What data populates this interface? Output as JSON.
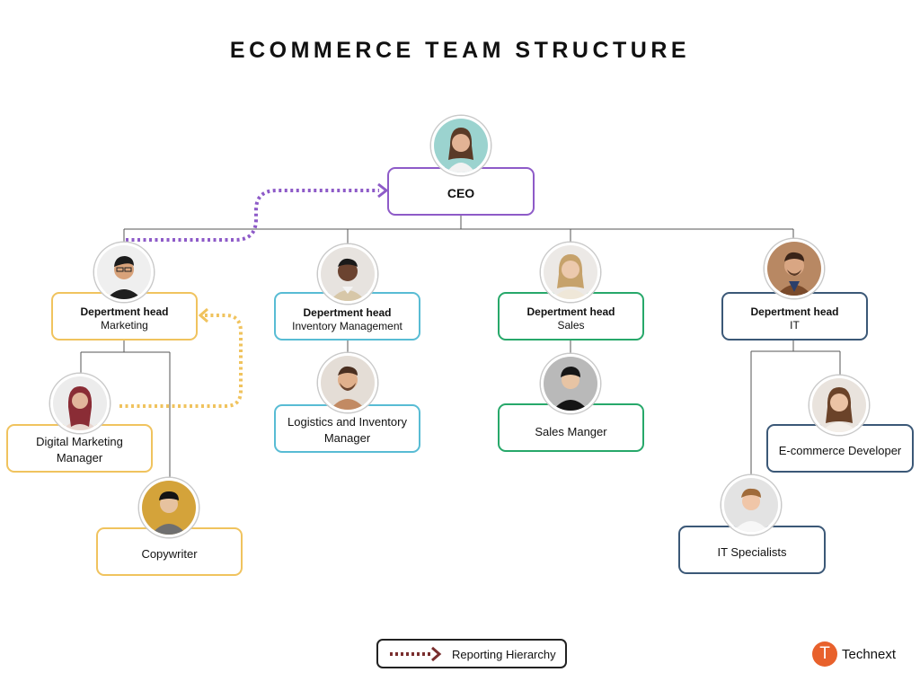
{
  "title": "ECOMMERCE TEAM STRUCTURE",
  "colors": {
    "purple": "#8e5bc8",
    "yellow": "#f0c35e",
    "teal": "#58bcd4",
    "green": "#27a86a",
    "navy": "#3b5877",
    "legend_dots": "#7a2e2e",
    "brand": "#e8612c",
    "connector": "#555555"
  },
  "nodes": {
    "ceo": {
      "label": "CEO",
      "icon": "ceo-avatar-icon"
    },
    "head_marketing": {
      "role": "Depertment head",
      "dept": "Marketing",
      "icon": "marketing-head-avatar-icon"
    },
    "head_inventory": {
      "role": "Depertment head",
      "dept": "Inventory Management",
      "icon": "inventory-head-avatar-icon"
    },
    "head_sales": {
      "role": "Depertment head",
      "dept": "Sales",
      "icon": "sales-head-avatar-icon"
    },
    "head_it": {
      "role": "Depertment head",
      "dept": "IT",
      "icon": "it-head-avatar-icon"
    },
    "digital_marketing": {
      "label_line1": "Digital Marketing",
      "label_line2": "Manager",
      "icon": "digital-marketing-avatar-icon"
    },
    "copywriter": {
      "label": "Copywriter",
      "icon": "copywriter-avatar-icon"
    },
    "logistics": {
      "label_line1": "Logistics and Inventory",
      "label_line2": "Manager",
      "icon": "logistics-avatar-icon"
    },
    "sales_manager": {
      "label": "Sales Manger",
      "icon": "sales-manager-avatar-icon"
    },
    "ecommerce_dev": {
      "label": "E-commerce Developer",
      "icon": "ecommerce-dev-avatar-icon"
    },
    "it_specialists": {
      "label": "IT Specialists",
      "icon": "it-specialists-avatar-icon"
    }
  },
  "legend": {
    "label": "Reporting Hierarchy",
    "icon": "dotted-arrow-icon"
  },
  "brand": {
    "logo_letter": "T",
    "name": "Technext"
  }
}
